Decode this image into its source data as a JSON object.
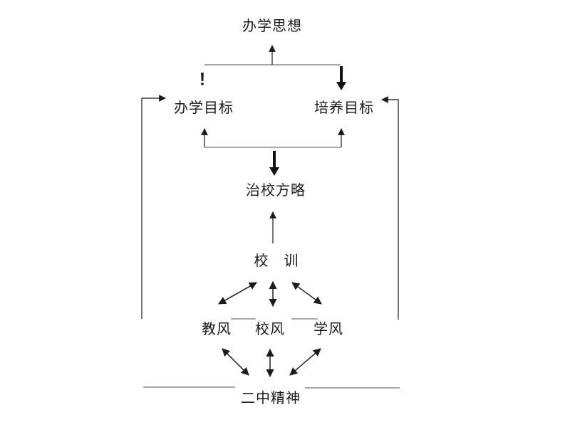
{
  "diagram": {
    "background_color": "#ffffff",
    "connector_color": "#8c8c8c",
    "arrow_color": "#1f1f1f",
    "text_color": "#1a1a1a",
    "nodes": {
      "school_philosophy": {
        "label": "办学思想"
      },
      "school_goal": {
        "label": "办学目标"
      },
      "cultivation_goal": {
        "label": "培养目标"
      },
      "exclamation_mark": {
        "label": "!"
      },
      "governance_strategy": {
        "label": "治校方略"
      },
      "school_motto": {
        "label": "校　训"
      },
      "teaching_style": {
        "label": "教风"
      },
      "school_style": {
        "label": "校风"
      },
      "learning_style": {
        "label": "学风"
      },
      "school_spirit": {
        "label": "二中精神"
      }
    }
  }
}
